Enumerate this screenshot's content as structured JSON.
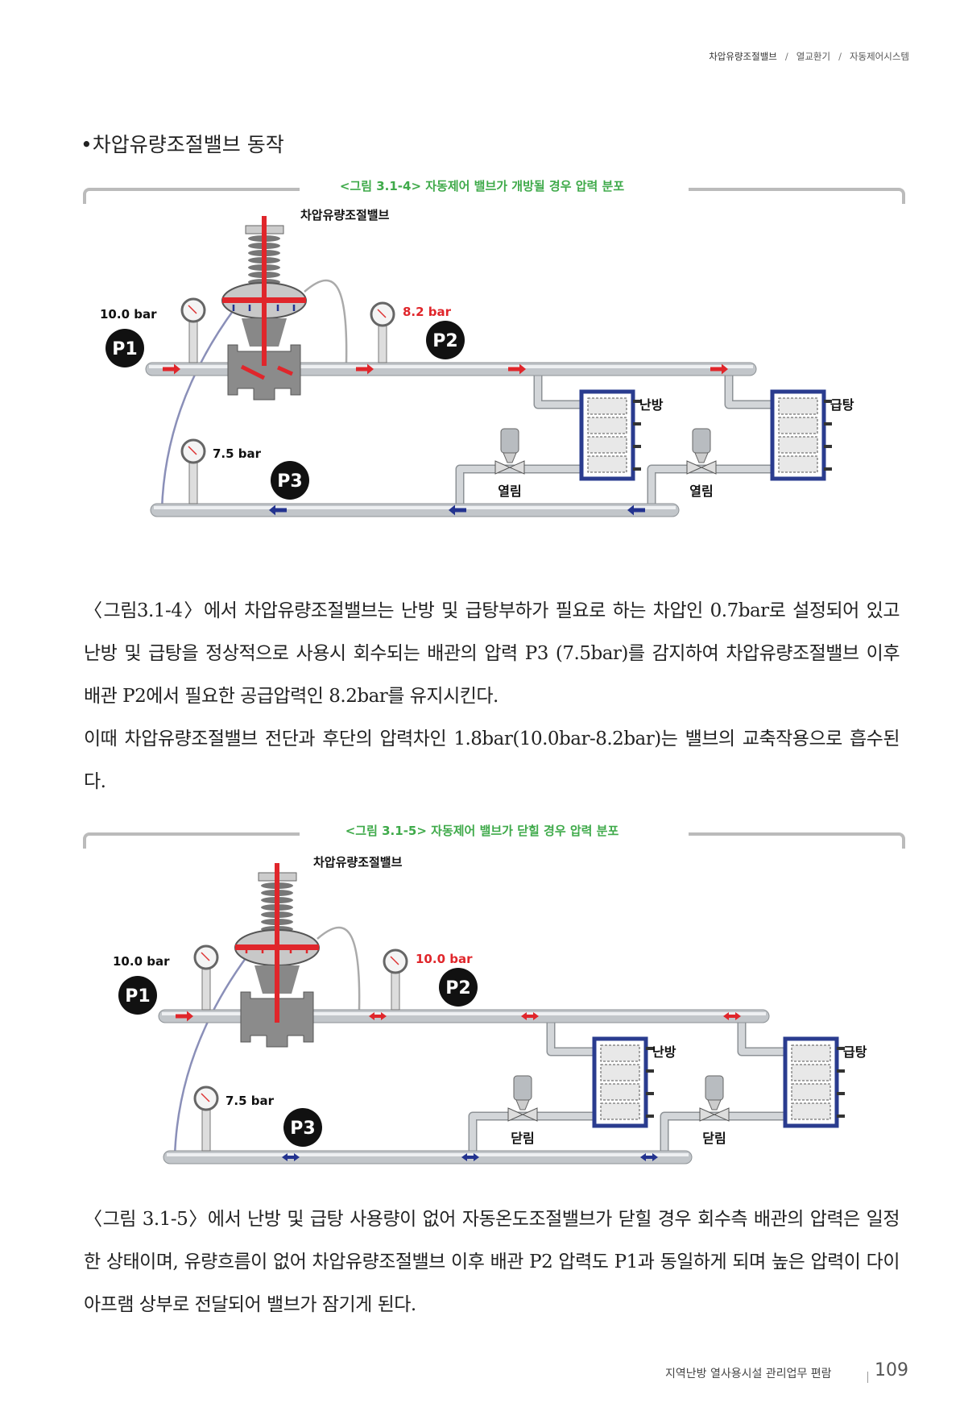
{
  "breadcrumb": {
    "items": [
      "차압유량조절밸브",
      "열교환기",
      "자동제어시스템"
    ]
  },
  "section_title": "•차압유량조절밸브 동작",
  "figures": [
    {
      "caption": "<그림 3.1-4> 자동제어 밸브가 개방될 경우 압력 분포",
      "valve_label": "차압유량조절밸브",
      "p1": "P1",
      "p2": "P2",
      "p3": "P3",
      "p1_pressure": "10.0 bar",
      "p2_pressure": "8.2 bar",
      "p3_pressure": "7.5 bar",
      "hx1_label": "난방",
      "hx2_label": "급탕",
      "valve1_state": "열림",
      "valve2_state": "열림",
      "flow": "one-way"
    },
    {
      "caption": "<그림 3.1-5> 자동제어 밸브가 닫힐 경우 압력 분포",
      "valve_label": "차압유량조절밸브",
      "p1": "P1",
      "p2": "P2",
      "p3": "P3",
      "p1_pressure": "10.0 bar",
      "p2_pressure": "10.0 bar",
      "p3_pressure": "7.5 bar",
      "hx1_label": "난방",
      "hx2_label": "급탕",
      "valve1_state": "닫림",
      "valve2_state": "닫림",
      "flow": "static"
    }
  ],
  "paragraph1": [
    "〈그림3.1-4〉에서 차압유량조절밸브는 난방 및 급탕부하가 필요로 하는 차압인 0.7bar로 설정되어 있고 난방 및 급탕을 정상적으로 사용시 회수되는 배관의 압력 P3 (7.5bar)를 감지하여 차압유량조절밸브 이후 배관 P2에서 필요한 공급압력인 8.2bar를 유지시킨다.",
    "이때 차압유량조절밸브 전단과 후단의 압력차인 1.8bar(10.0bar-8.2bar)는 밸브의 교축작용으로 흡수된다."
  ],
  "paragraph2": "〈그림 3.1-5〉에서 난방 및 급탕 사용량이 없어 자동온도조절밸브가 닫힐 경우 회수측 배관의 압력은 일정한 상태이며, 유량흐름이 없어 차압유량조절밸브 이후 배관 P2 압력도 P1과 동일하게 되며 높은 압력이 다이아프램 상부로 전달되어 밸브가 잠기게 된다.",
  "footer": {
    "book_title": "지역난방 열사용시설 관리업무 편람",
    "page_number": "109"
  },
  "colors": {
    "supply": "#e0262b",
    "return": "#23338f",
    "caption": "#3faa4a",
    "pipe": "#bfc3c7"
  }
}
